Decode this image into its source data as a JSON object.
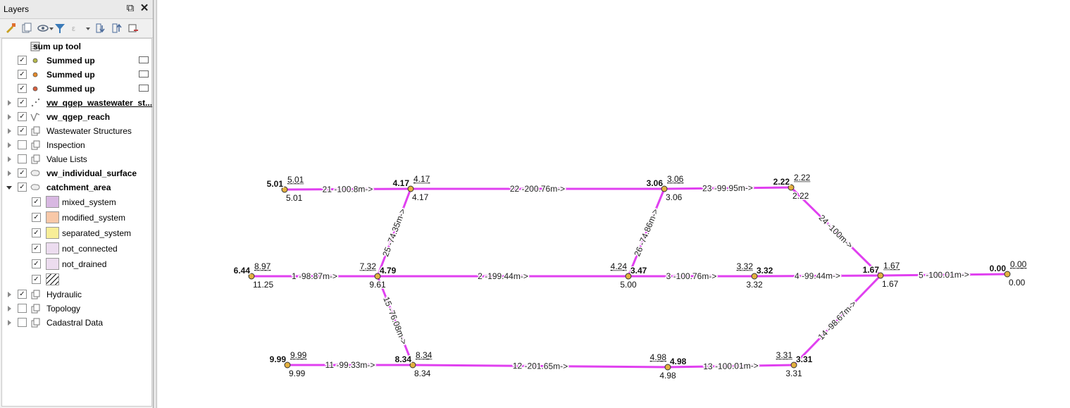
{
  "panel": {
    "title": "Layers",
    "float_icon": "⧉",
    "close_icon": "✕",
    "toolbar_icons": [
      "paint-brush-icon",
      "add-group-icon",
      "eye-icon",
      "filter-icon",
      "filter-expression-icon",
      "expand-all-icon",
      "collapse-all-icon",
      "remove-layer-icon"
    ]
  },
  "tree": [
    {
      "id": "sum-up-tool",
      "label": "sum up tool",
      "bold": true,
      "underline": false,
      "indent": 0,
      "expander": "none",
      "checkbox": null,
      "icon": "table-icon"
    },
    {
      "id": "summed-up-1",
      "label": "Summed up",
      "bold": true,
      "underline": false,
      "indent": 0,
      "expander": "none",
      "checkbox": true,
      "icon": "point-icon",
      "dot_color": "#b5b84a",
      "memory": true
    },
    {
      "id": "summed-up-2",
      "label": "Summed up",
      "bold": true,
      "underline": false,
      "indent": 0,
      "expander": "none",
      "checkbox": true,
      "icon": "point-icon",
      "dot_color": "#e58a2a",
      "memory": true
    },
    {
      "id": "summed-up-3",
      "label": "Summed up",
      "bold": true,
      "underline": false,
      "indent": 0,
      "expander": "none",
      "checkbox": true,
      "icon": "point-icon",
      "dot_color": "#d8603f",
      "memory": true
    },
    {
      "id": "vw-qgep-wastewater",
      "label": "vw_qgep_wastewater_st...",
      "bold": true,
      "underline": true,
      "indent": 0,
      "expander": "right",
      "checkbox": true,
      "icon": "point-layer-icon"
    },
    {
      "id": "vw-qgep-reach",
      "label": "vw_qgep_reach",
      "bold": true,
      "underline": false,
      "indent": 0,
      "expander": "right",
      "checkbox": true,
      "icon": "line-layer-icon"
    },
    {
      "id": "wastewater-structures",
      "label": "Wastewater Structures",
      "bold": false,
      "underline": false,
      "indent": 0,
      "expander": "right",
      "checkbox": true,
      "icon": "group-icon"
    },
    {
      "id": "inspection",
      "label": "Inspection",
      "bold": false,
      "underline": false,
      "indent": 0,
      "expander": "right",
      "checkbox": false,
      "icon": "group-icon"
    },
    {
      "id": "value-lists",
      "label": "Value Lists",
      "bold": false,
      "underline": false,
      "indent": 0,
      "expander": "right",
      "checkbox": false,
      "icon": "group-icon"
    },
    {
      "id": "vw-individual-surface",
      "label": "vw_individual_surface",
      "bold": true,
      "underline": false,
      "indent": 0,
      "expander": "right",
      "checkbox": true,
      "icon": "polygon-layer-icon"
    },
    {
      "id": "catchment-area",
      "label": "catchment_area",
      "bold": true,
      "underline": false,
      "indent": 0,
      "expander": "down",
      "checkbox": true,
      "icon": "polygon-layer-icon"
    },
    {
      "id": "mixed-system",
      "label": "mixed_system",
      "bold": false,
      "underline": false,
      "indent": 1,
      "expander": "none",
      "checkbox": true,
      "swatch": "#d8b8e2",
      "tall": true
    },
    {
      "id": "modified-system",
      "label": "modified_system",
      "bold": false,
      "underline": false,
      "indent": 1,
      "expander": "none",
      "checkbox": true,
      "swatch": "#f8c8a8",
      "tall": true
    },
    {
      "id": "separated-system",
      "label": "separated_system",
      "bold": false,
      "underline": false,
      "indent": 1,
      "expander": "none",
      "checkbox": true,
      "swatch": "#f8ee98",
      "tall": true
    },
    {
      "id": "not-connected",
      "label": "not_connected",
      "bold": false,
      "underline": false,
      "indent": 1,
      "expander": "none",
      "checkbox": true,
      "swatch": "#ecdcef",
      "tall": true
    },
    {
      "id": "not-drained",
      "label": "not_drained",
      "bold": false,
      "underline": false,
      "indent": 1,
      "expander": "none",
      "checkbox": true,
      "swatch": "#ecdcef",
      "tall": true
    },
    {
      "id": "hatched",
      "label": "",
      "bold": false,
      "underline": false,
      "indent": 1,
      "expander": "none",
      "checkbox": true,
      "swatch": "hatch",
      "tall": true
    },
    {
      "id": "hydraulic",
      "label": "Hydraulic",
      "bold": false,
      "underline": false,
      "indent": 0,
      "expander": "right",
      "checkbox": true,
      "icon": "group-icon"
    },
    {
      "id": "topology",
      "label": "Topology",
      "bold": false,
      "underline": false,
      "indent": 0,
      "expander": "right",
      "checkbox": false,
      "icon": "group-icon"
    },
    {
      "id": "cadastral-data",
      "label": "Cadastral Data",
      "bold": false,
      "underline": false,
      "indent": 0,
      "expander": "right",
      "checkbox": false,
      "icon": "group-icon"
    }
  ],
  "map": {
    "line_color": "#e040f0",
    "node_color": "#e3b040",
    "nodes": [
      {
        "id": "n501",
        "bold": "5.01",
        "over": "5.01",
        "under": "5.01"
      },
      {
        "id": "n417",
        "bold": "4.17",
        "over": "4.17",
        "under": "4.17"
      },
      {
        "id": "n306",
        "bold": "3.06",
        "over": "3.06",
        "under": "3.06"
      },
      {
        "id": "n222",
        "bold": "2.22",
        "over": "2.22",
        "under": "2.22"
      },
      {
        "id": "n644",
        "bold": "6.44",
        "over": "8.97",
        "under": "11.25"
      },
      {
        "id": "n479",
        "bold": "4.79",
        "over": "7.32",
        "under": "9.61"
      },
      {
        "id": "n347",
        "bold": "3.47",
        "over": "4.24",
        "under": "5.00"
      },
      {
        "id": "n332",
        "bold": "3.32",
        "over": "3.32",
        "under": "3.32"
      },
      {
        "id": "n167",
        "bold": "1.67",
        "over": "1.67",
        "under": "1.67"
      },
      {
        "id": "n000",
        "bold": "0.00",
        "over": "0.00",
        "under": "0.00"
      },
      {
        "id": "n999",
        "bold": "9.99",
        "over": "9.99",
        "under": "9.99"
      },
      {
        "id": "n834",
        "bold": "8.34",
        "over": "8.34",
        "under": "8.34"
      },
      {
        "id": "n498",
        "bold": "4.98",
        "over": "4.98",
        "under": "4.98"
      },
      {
        "id": "n331",
        "bold": "3.31",
        "over": "3.31",
        "under": "3.31"
      }
    ],
    "reaches": [
      {
        "id": "r21",
        "label": "21 -100.8m->"
      },
      {
        "id": "r22",
        "label": "22 -200.76m->"
      },
      {
        "id": "r23",
        "label": "23 -99.95m->"
      },
      {
        "id": "r24",
        "label": "24 -100m->"
      },
      {
        "id": "r25",
        "label": "25 -74.35m->"
      },
      {
        "id": "r26",
        "label": "26 -74.86m->"
      },
      {
        "id": "r1",
        "label": "1 -98.87m->"
      },
      {
        "id": "r2",
        "label": "2 -199.44m->"
      },
      {
        "id": "r3",
        "label": "3 -100.76m->"
      },
      {
        "id": "r4",
        "label": "4 -99.44m->"
      },
      {
        "id": "r5",
        "label": "5 -100.01m->"
      },
      {
        "id": "r15",
        "label": "15 -76.08m->"
      },
      {
        "id": "r14",
        "label": "14 -98.67m->"
      },
      {
        "id": "r11",
        "label": "11 -99.33m->"
      },
      {
        "id": "r12",
        "label": "12 -201.65m->"
      },
      {
        "id": "r13",
        "label": "13 -100.01m->"
      }
    ]
  }
}
